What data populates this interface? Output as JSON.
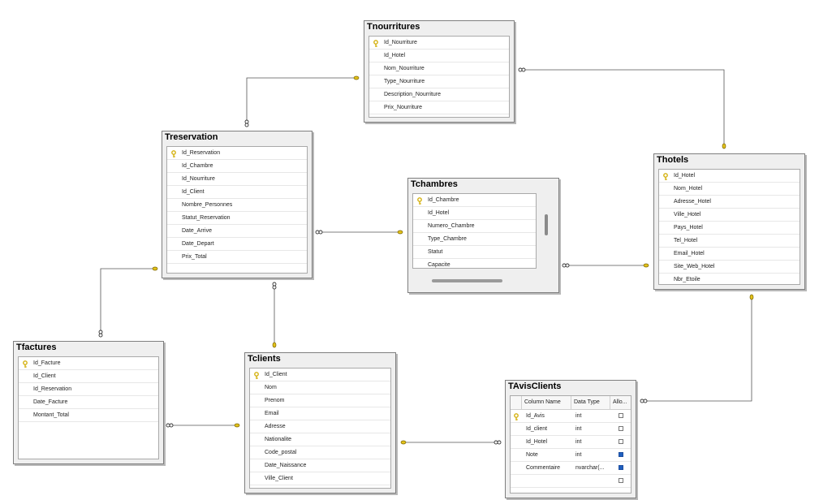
{
  "tables": {
    "tnourritures": {
      "title": "Tnourritures",
      "key": "Id_Nourriture",
      "columns": [
        "Id_Nourriture",
        "Id_Hotel",
        "Nom_Nourriture",
        "Type_Nourriture",
        "Description_Nourriture",
        "Prix_Nourriture"
      ]
    },
    "treservation": {
      "title": "Treservation",
      "key": "Id_Reservation",
      "columns": [
        "Id_Reservation",
        "Id_Chambre",
        "Id_Nourriture",
        "Id_Client",
        "Nombre_Personnes",
        "Statut_Reservation",
        "Date_Arrive",
        "Date_Depart",
        "Prix_Total"
      ]
    },
    "tchambres": {
      "title": "Tchambres",
      "key": "Id_Chambre",
      "columns": [
        "Id_Chambre",
        "Id_Hotel",
        "Numero_Chambre",
        "Type_Chambre",
        "Statut",
        "Capacite"
      ]
    },
    "thotels": {
      "title": "Thotels",
      "key": "Id_Hotel",
      "columns": [
        "Id_Hotel",
        "Nom_Hotel",
        "Adresse_Hotel",
        "Ville_Hotel",
        "Pays_Hotel",
        "Tel_Hotel",
        "Email_Hotel",
        "Site_Web_Hotel",
        "Nbr_Etoile"
      ]
    },
    "tfactures": {
      "title": "Tfactures",
      "key": "Id_Facture",
      "columns": [
        "Id_Facture",
        "Id_Client",
        "Id_Reservation",
        "Date_Facture",
        "Montant_Total"
      ]
    },
    "tclients": {
      "title": "Tclients",
      "key": "Id_Client",
      "columns": [
        "Id_Client",
        "Nom",
        "Prenom",
        "Email",
        "Adresse",
        "Nationalite",
        "Code_postal",
        "Date_Naissance",
        "Ville_Client"
      ]
    },
    "tavisclients": {
      "title": "TAvisClients",
      "headers": [
        "Column Name",
        "Data Type",
        "Allo..."
      ],
      "rows": [
        {
          "name": "Id_Avis",
          "type": "int",
          "allow_nulls": false,
          "key": true
        },
        {
          "name": "Id_client",
          "type": "int",
          "allow_nulls": false,
          "key": false
        },
        {
          "name": "Id_Hotel",
          "type": "int",
          "allow_nulls": false,
          "key": false
        },
        {
          "name": "Note",
          "type": "int",
          "allow_nulls": true,
          "key": false
        },
        {
          "name": "Commentaire",
          "type": "nvarchar(...",
          "allow_nulls": true,
          "key": false
        },
        {
          "name": "",
          "type": "",
          "allow_nulls": false,
          "key": false
        }
      ]
    }
  },
  "relationships": [
    {
      "from": "tnourritures",
      "to": "treservation"
    },
    {
      "from": "thotels",
      "to": "tnourritures"
    },
    {
      "from": "tchambres",
      "to": "treservation"
    },
    {
      "from": "thotels",
      "to": "tchambres"
    },
    {
      "from": "treservation",
      "to": "tfactures"
    },
    {
      "from": "tclients",
      "to": "treservation"
    },
    {
      "from": "tclients",
      "to": "tfactures"
    },
    {
      "from": "tclients",
      "to": "tavisclients"
    },
    {
      "from": "thotels",
      "to": "tavisclients"
    }
  ],
  "colors": {
    "connector": "#555555",
    "key_icon": "#e3c21a",
    "one_end": "#e3c21a"
  }
}
